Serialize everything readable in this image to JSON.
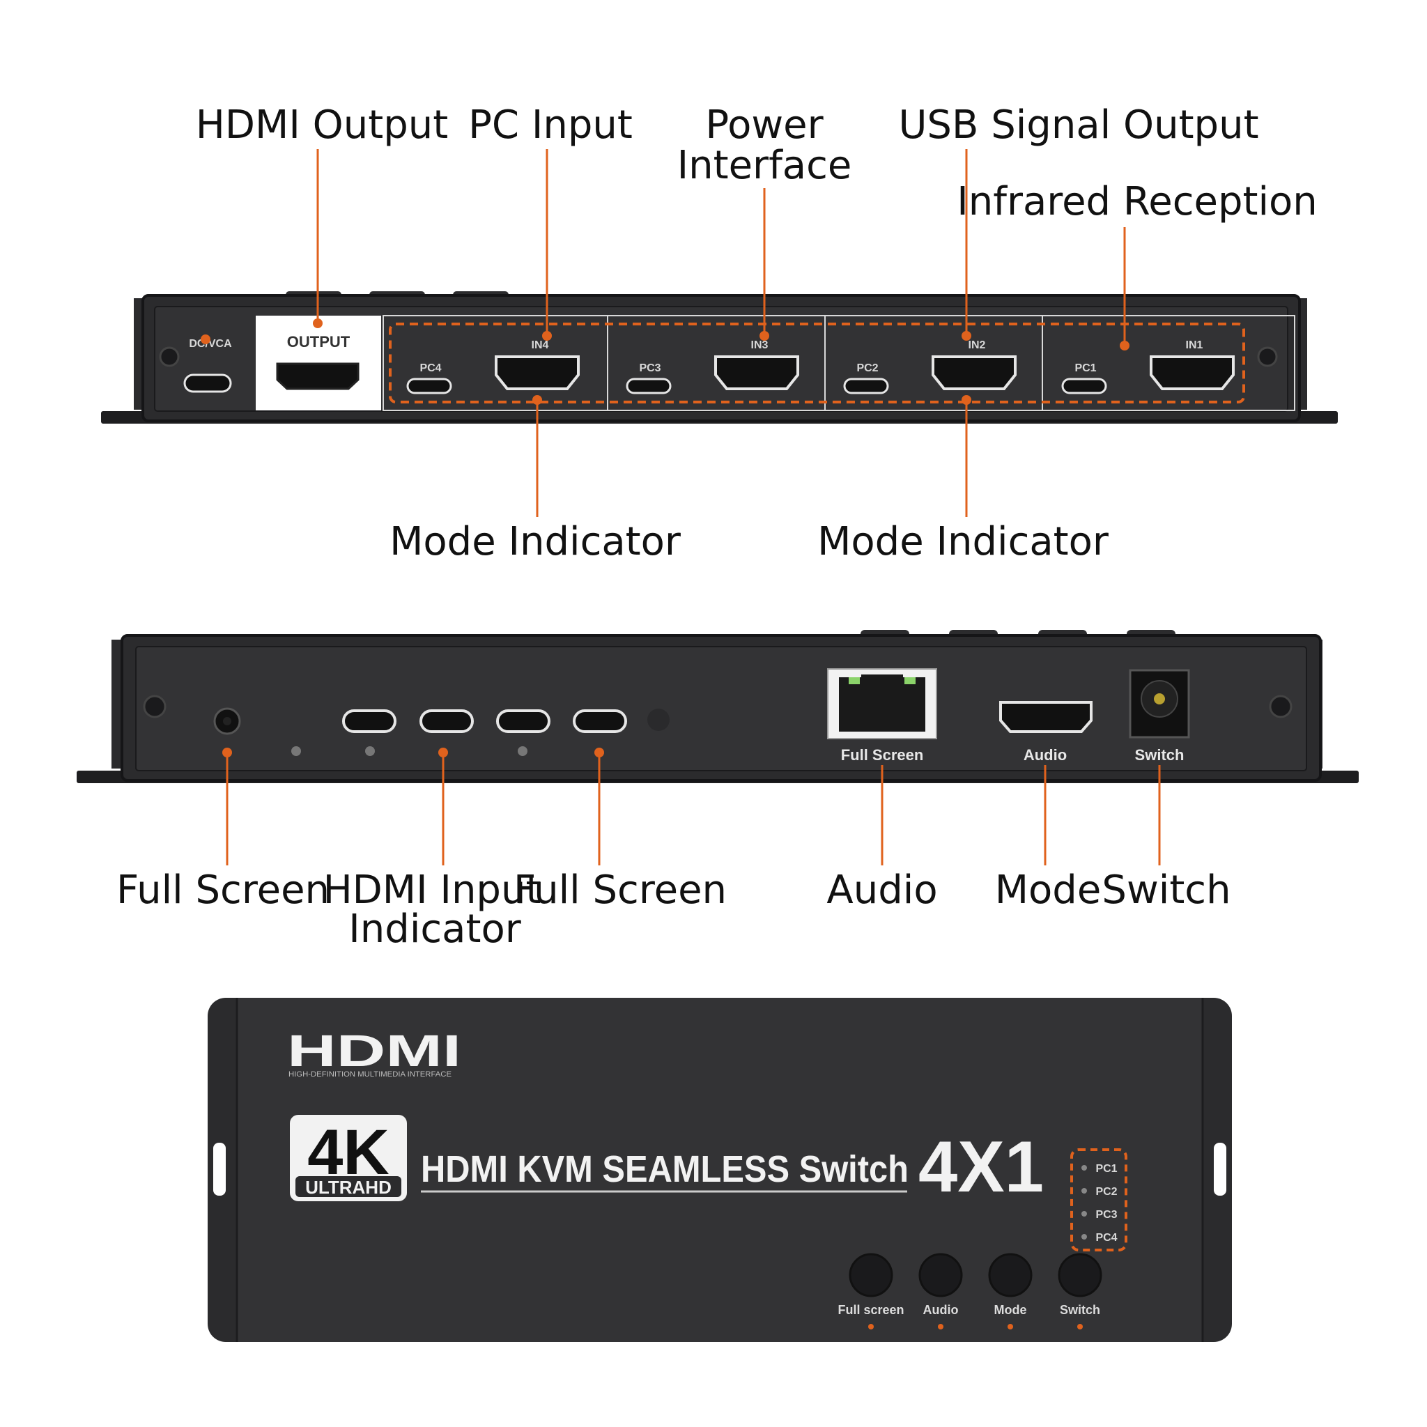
{
  "callouts": {
    "hdmi_output": "HDMI Output",
    "pc_input": "PC Input",
    "power_interface_1": "Power",
    "power_interface_2": "Interface",
    "usb_signal_output": "USB Signal Output",
    "infrared_reception": "Infrared Reception",
    "mode_indicator_left": "Mode Indicator",
    "mode_indicator_right": "Mode Indicator",
    "full_screen_left": "Full Screen",
    "hdmi_input_indicator_1": "HDMI Input",
    "hdmi_input_indicator_2": "Indicator",
    "full_screen_mid": "Full Screen",
    "audio": "Audio",
    "mode": "Mode",
    "switch": "Switch"
  },
  "rear_panel": {
    "dc_label": "DC/VCA",
    "output_label": "OUTPUT",
    "inputs": [
      {
        "pc": "PC4",
        "in": "IN4"
      },
      {
        "pc": "PC3",
        "in": "IN3"
      },
      {
        "pc": "PC2",
        "in": "IN2"
      },
      {
        "pc": "PC1",
        "in": "IN1"
      }
    ]
  },
  "side_panel": {
    "labels": [
      "Full Screen",
      "Audio",
      "Switch"
    ]
  },
  "front_panel": {
    "logo": "HDMI",
    "logo_tagline": "HIGH-DEFINITION MULTIMEDIA INTERFACE",
    "badge_main": "4K",
    "badge_sub": "ULTRAHD",
    "product_title": "HDMI KVM SEAMLESS Switch",
    "product_ratio": "4X1",
    "leds": [
      "PC1",
      "PC2",
      "PC3",
      "PC4"
    ],
    "buttons": [
      "Full screen",
      "Audio",
      "Mode",
      "Switch"
    ]
  },
  "colors": {
    "accent": "#e0621d",
    "chassis": "#2b2b2d",
    "text": "#111111"
  }
}
